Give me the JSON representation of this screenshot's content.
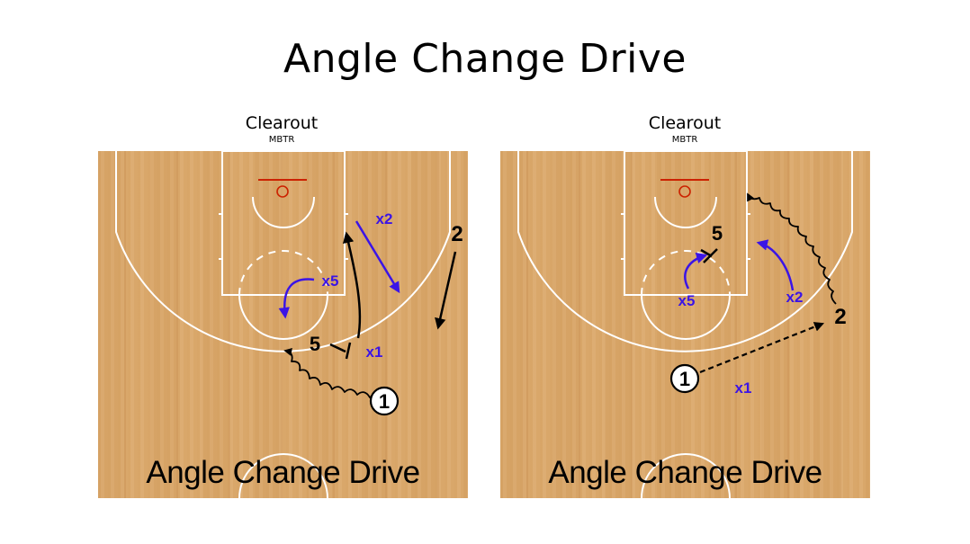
{
  "slide": {
    "title": "Angle Change Drive"
  },
  "panels": [
    {
      "title": "Clearout",
      "subtitle": "MBTR",
      "caption": "Angle Change Drive",
      "players": {
        "p1": "1",
        "p2": "2",
        "p5": "5"
      },
      "defenders": {
        "x1": "x1",
        "x2": "x2",
        "x5": "x5"
      }
    },
    {
      "title": "Clearout",
      "subtitle": "MBTR",
      "caption": "Angle Change Drive",
      "players": {
        "p1": "1",
        "p2": "2",
        "p5": "5"
      },
      "defenders": {
        "x1": "x1",
        "x2": "x2",
        "x5": "x5"
      }
    }
  ],
  "colors": {
    "court_floor": "#d9a668",
    "court_lines": "#ffffff",
    "rim": "#cc2200",
    "offense": "#000000",
    "defense": "#3b14e6"
  }
}
